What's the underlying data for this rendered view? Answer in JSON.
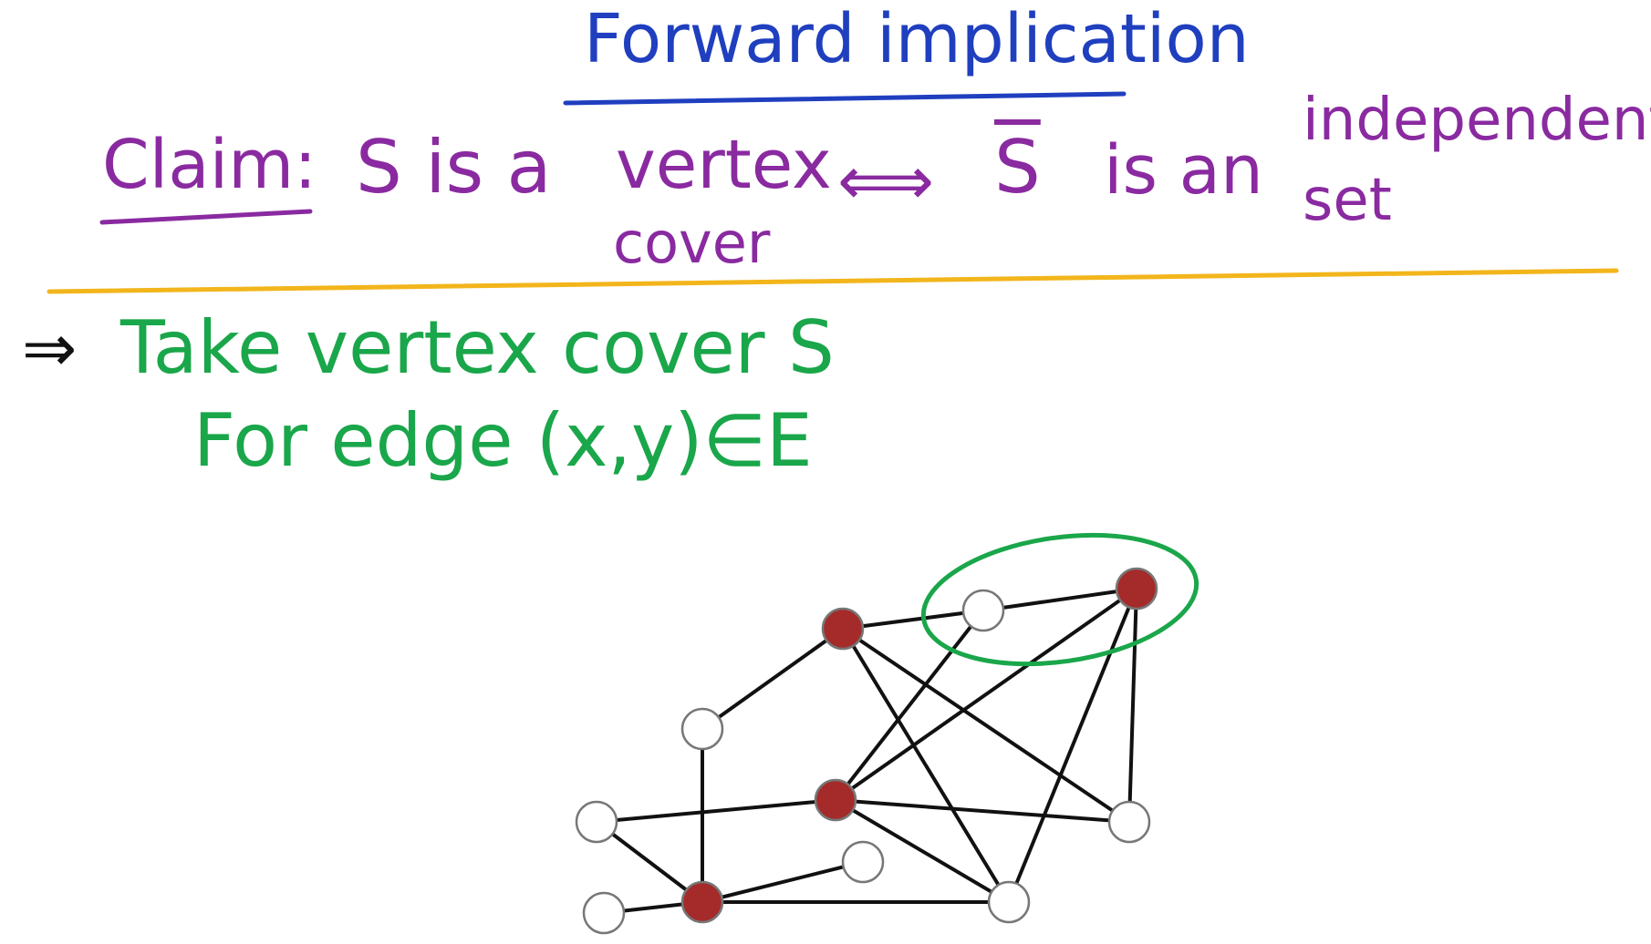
{
  "title": "Forward implication",
  "claim": {
    "label": "Claim:",
    "s_text": "S is a",
    "vertex_text": "vertex",
    "cover_text": "cover",
    "iff_symbol": "⟺",
    "sbar_text": "S",
    "is_an_text": "is an",
    "independent_text": "independent",
    "set_text": "set"
  },
  "proof": {
    "arrow": "⇒",
    "line1": "Take vertex cover S",
    "line2": "For edge (x,y)∈E"
  },
  "colors": {
    "title": "#1f3fbf",
    "claim": "#8a2aa0",
    "separator": "#f2b51b",
    "proof": "#1aa64a",
    "vertex_in_cover": "#a52a2a",
    "vertex_other": "#ffffff",
    "edge": "#111111",
    "highlight": "#1aa64a"
  },
  "graph": {
    "vertices": [
      {
        "id": "v1",
        "in_cover": true
      },
      {
        "id": "v2",
        "in_cover": false
      },
      {
        "id": "v3",
        "in_cover": true
      },
      {
        "id": "v4",
        "in_cover": false
      },
      {
        "id": "v5",
        "in_cover": true
      },
      {
        "id": "v6",
        "in_cover": false
      },
      {
        "id": "v7",
        "in_cover": false
      },
      {
        "id": "v8",
        "in_cover": false
      },
      {
        "id": "v9",
        "in_cover": false
      },
      {
        "id": "v10",
        "in_cover": true
      },
      {
        "id": "v11",
        "in_cover": false
      }
    ],
    "edges": [
      [
        "v1",
        "v2"
      ],
      [
        "v1",
        "v4"
      ],
      [
        "v1",
        "v9"
      ],
      [
        "v1",
        "v11"
      ],
      [
        "v2",
        "v3"
      ],
      [
        "v2",
        "v5"
      ],
      [
        "v3",
        "v5"
      ],
      [
        "v3",
        "v9"
      ],
      [
        "v3",
        "v11"
      ],
      [
        "v4",
        "v10"
      ],
      [
        "v5",
        "v6"
      ],
      [
        "v5",
        "v9"
      ],
      [
        "v5",
        "v11"
      ],
      [
        "v6",
        "v10"
      ],
      [
        "v7",
        "v10"
      ],
      [
        "v8",
        "v10"
      ],
      [
        "v10",
        "v11"
      ]
    ],
    "highlighted": [
      "v2",
      "v3"
    ]
  }
}
